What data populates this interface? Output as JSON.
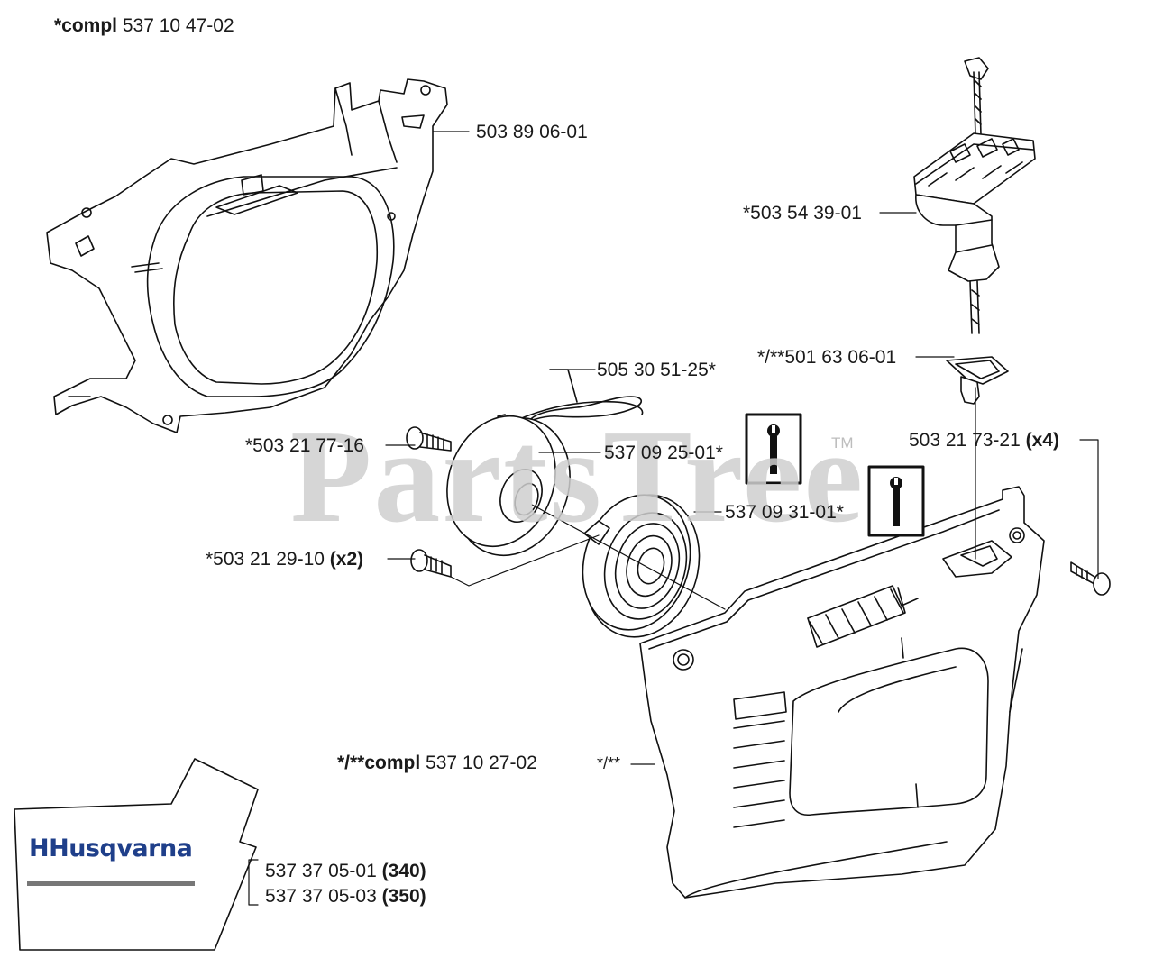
{
  "watermark": {
    "text": "PartsTree",
    "tm": "TM"
  },
  "brand": {
    "logo_glyph": "H",
    "name": "Husqvarna",
    "color": "#1f3f8a"
  },
  "labels": {
    "top_compl": {
      "prefix": "*compl",
      "part": " 537 10 47-02"
    },
    "cylinder_cover": {
      "part": "503 89 06-01"
    },
    "handle": {
      "part": "*503 54 39-01"
    },
    "bushing": {
      "part": "*/**501 63 06-01"
    },
    "rope": {
      "part": "505 30 51-25*"
    },
    "screw_pulley": {
      "part": "*503 21 77-16"
    },
    "pulley": {
      "part": "537 09 25-01*"
    },
    "spring": {
      "part": "537 09 31-01*"
    },
    "screw_x4": {
      "part": "503 21 73-21",
      "qty": " (x4)"
    },
    "screw_x2": {
      "part": "*503 21 29-10",
      "qty": " (x2)"
    },
    "starter_compl": {
      "prefix": "*/**compl",
      "part": " 537 10 27-02"
    },
    "starter_marker": {
      "part": "*/**"
    },
    "decal_340": {
      "part": "537 37 05-01",
      "model": " (340)"
    },
    "decal_350": {
      "part": "537 37 05-03",
      "model": " (350)"
    }
  },
  "info_icons": [
    "info-icon-pulley",
    "info-icon-spring"
  ]
}
